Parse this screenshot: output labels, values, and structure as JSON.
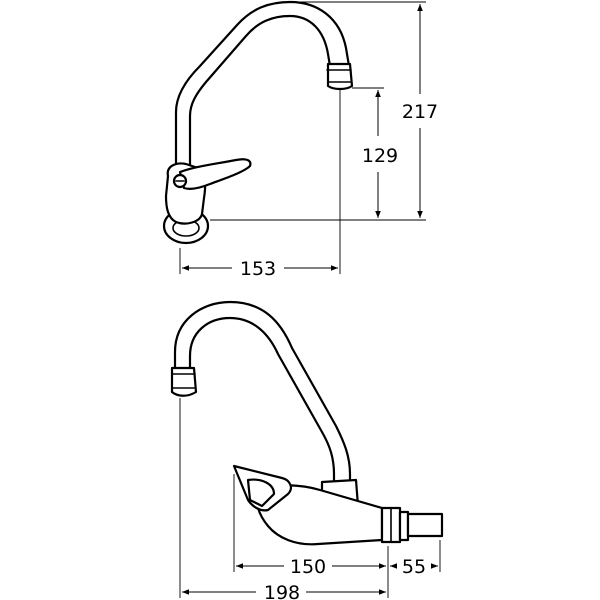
{
  "dimensions": {
    "top_width": "153",
    "top_spout_height": "129",
    "top_total_height": "217",
    "side_body_width": "150",
    "side_connector_width": "55",
    "side_total_width": "198"
  }
}
